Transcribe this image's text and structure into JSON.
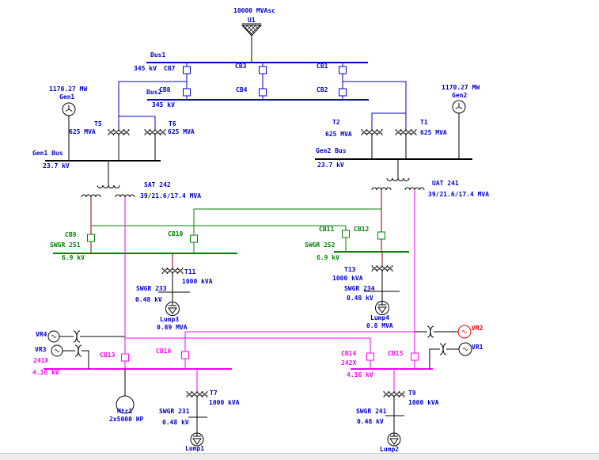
{
  "utility": {
    "rating": "10000 MVAsc",
    "name": "U1"
  },
  "top_buses": {
    "bus1": {
      "name": "Bus1",
      "kv": "345 kV"
    },
    "bus2": {
      "name": "Bus2",
      "kv": "345 kV"
    }
  },
  "generators": {
    "gen1": {
      "rating": "1170.27 MW",
      "name": "Gen1",
      "bus": {
        "name": "Gen1 Bus",
        "kv": "23.7 kV"
      }
    },
    "gen2": {
      "rating": "1170.27 MW",
      "name": "Gen2",
      "bus": {
        "name": "Gen2 Bus",
        "kv": "23.7 kV"
      }
    }
  },
  "breakers": {
    "cb1": "CB1",
    "cb2": "CB2",
    "cb3": "CB3",
    "cb4": "CB4",
    "cb7": "CB7",
    "cb8": "CB8",
    "cb9": "CB9",
    "cb10": "CB10",
    "cb11": "CB11",
    "cb12": "CB12",
    "cb13": "CB13",
    "cb14": "CB14",
    "cb15": "CB15",
    "cb16": "CB16"
  },
  "transformers": {
    "t5": {
      "name": "T5",
      "rating": "625 MVA"
    },
    "t6": {
      "name": "T6",
      "rating": "625 MVA"
    },
    "t2": {
      "name": "T2",
      "rating": "625 MVA"
    },
    "t1": {
      "name": "T1",
      "rating": "625 MVA"
    },
    "sat242": {
      "name": "SAT 242",
      "rating": "39/21.6/17.4 MVA"
    },
    "uat241": {
      "name": "UAT 241",
      "rating": "39/21.6/17.4 MVA"
    },
    "t11": {
      "name": "T11",
      "rating": "1000 kVA"
    },
    "t13": {
      "name": "T13",
      "rating": "1000 kVA"
    },
    "t7": {
      "name": "T7",
      "rating": "1000 kVA"
    },
    "t9": {
      "name": "T9",
      "rating": "1000 kVA"
    }
  },
  "mv_buses": {
    "swgr251": {
      "name": "SWGR 251",
      "kv": "6.9 kV"
    },
    "swgr252": {
      "name": "SWGR 252",
      "kv": "6.9 kV"
    },
    "bus241x": {
      "name": "241X",
      "kv": "4.16 kV"
    },
    "bus242x": {
      "name": "242X",
      "kv": "4.16 kV"
    }
  },
  "lv_buses": {
    "swgr233": {
      "name": "SWGR 233",
      "kv": "0.48 kV"
    },
    "swgr234": {
      "name": "SWGR 234",
      "kv": "0.48 kV"
    },
    "swgr231": {
      "name": "SWGR 231",
      "kv": "0.48 kV"
    },
    "swgr241": {
      "name": "SWGR 241",
      "kv": "0.48 kV"
    }
  },
  "loads": {
    "lump3": {
      "name": "Lump3",
      "rating": "0.89 MVA"
    },
    "lump4": {
      "name": "Lump4",
      "rating": "0.8 MVA"
    },
    "lump1": {
      "name": "Lump1"
    },
    "lump2": {
      "name": "Lump2"
    },
    "mtr1": {
      "name": "Mtr1",
      "rating": "2x5000 HP"
    }
  },
  "regulators": {
    "vr1": "VR1",
    "vr2": "VR2",
    "vr3": "VR3",
    "vr4": "VR4"
  },
  "colors": {
    "hv": "#0000cc",
    "mv": "#008000",
    "feeder": "#8b0000",
    "lv_tie": "#ff00ff",
    "alert": "#ee0000"
  }
}
